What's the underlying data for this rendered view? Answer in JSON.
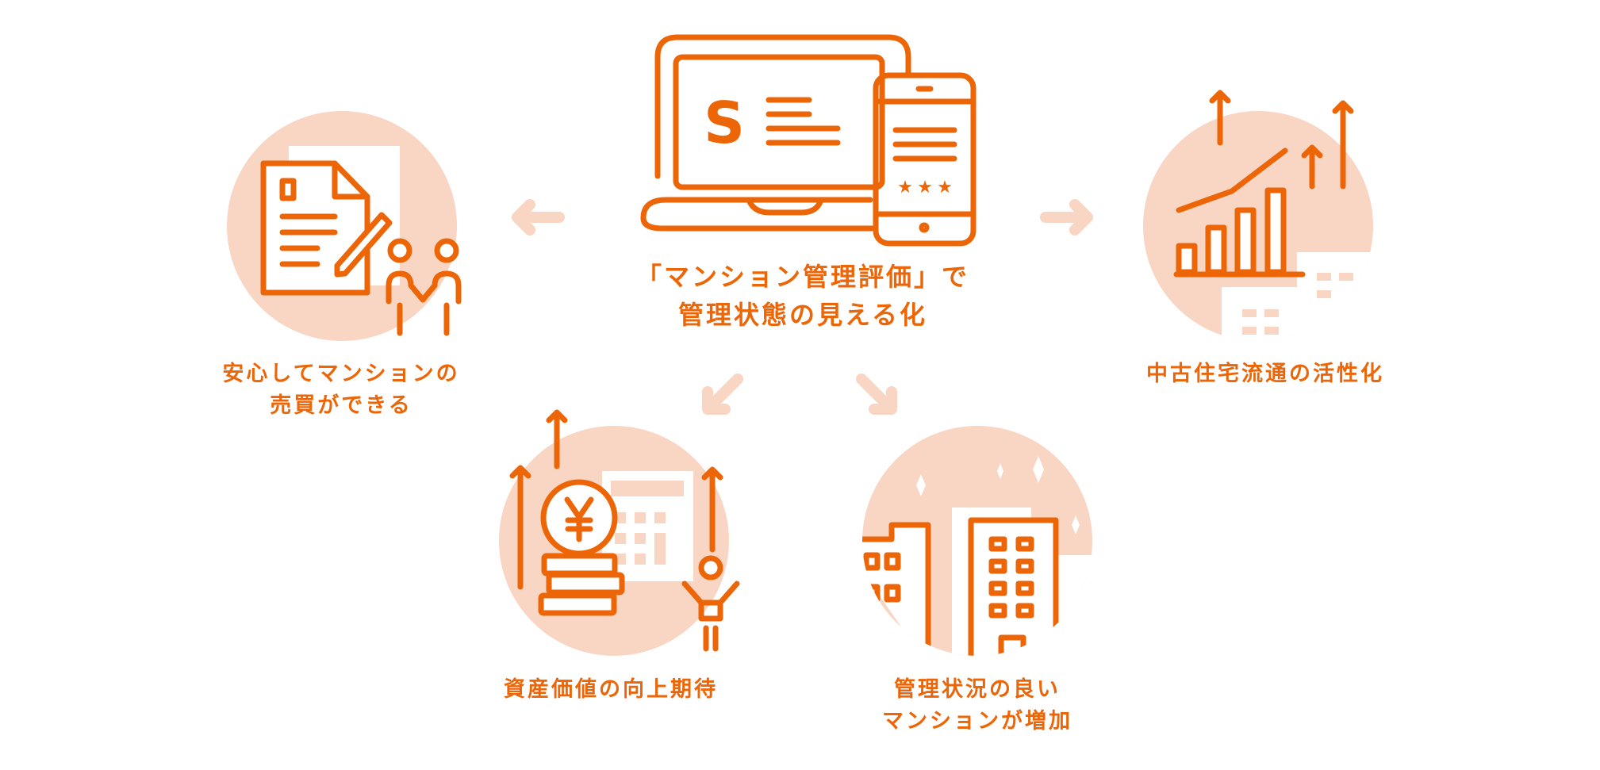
{
  "colors": {
    "accent": "#EC6608",
    "light": "#F9D5C3"
  },
  "center": {
    "line1": "「マンション管理評価」で",
    "line2": "管理状態の見える化",
    "icon": "laptop-and-smartphone-icon",
    "logo_letter": "S"
  },
  "outcomes": [
    {
      "line1": "安心してマンションの",
      "line2": "売買ができる",
      "icon": "contract-handshake-icon"
    },
    {
      "line1": "中古住宅流通の活性化",
      "icon": "rising-bar-chart-icon"
    },
    {
      "line1": "資産価値の向上期待",
      "icon": "yen-coins-rising-icon"
    },
    {
      "line1": "管理状況の良い",
      "line2": "マンションが増加",
      "icon": "buildings-icon"
    }
  ]
}
